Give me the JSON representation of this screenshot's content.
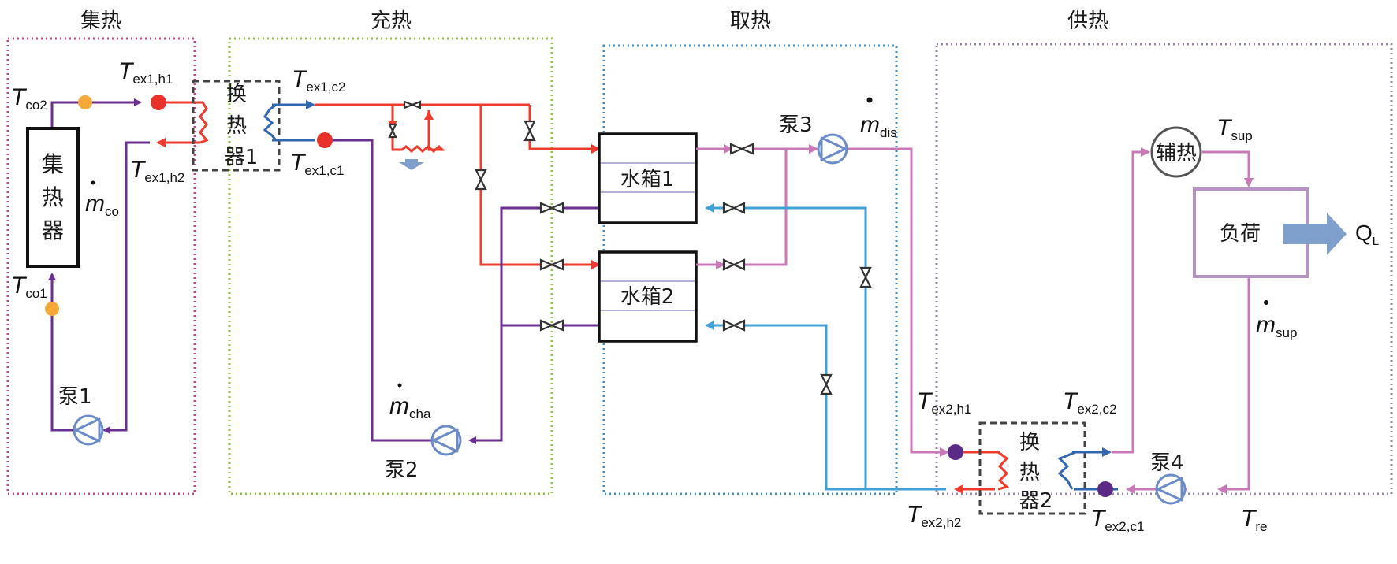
{
  "sections": {
    "collect": {
      "title": "集热"
    },
    "charge": {
      "title": "充热"
    },
    "discharge": {
      "title": "取热"
    },
    "supply": {
      "title": "供热"
    }
  },
  "components": {
    "collector": {
      "line1": "集",
      "line2": "热",
      "line3": "器"
    },
    "hx1": {
      "line1": "换",
      "line2": "热",
      "line3": "器1"
    },
    "hx2": {
      "line1": "换",
      "line2": "热",
      "line3": "器2"
    },
    "tank1": "水箱1",
    "tank2": "水箱2",
    "aux_heater": "辅热",
    "load": "负荷",
    "pump1": "泵1",
    "pump2": "泵2",
    "pump3": "泵3",
    "pump4": "泵4"
  },
  "labels": {
    "T_co2": {
      "main": "T",
      "sub": "co2"
    },
    "T_co1": {
      "main": "T",
      "sub": "co1"
    },
    "T_ex1_h1": {
      "main": "T",
      "sub": "ex1,h1"
    },
    "T_ex1_h2": {
      "main": "T",
      "sub": "ex1,h2"
    },
    "T_ex1_c2": {
      "main": "T",
      "sub": "ex1,c2"
    },
    "T_ex1_c1": {
      "main": "T",
      "sub": "ex1,c1"
    },
    "m_co": {
      "main": "m",
      "sub": "co"
    },
    "m_cha": {
      "main": "m",
      "sub": "cha"
    },
    "m_dis": {
      "main": "m",
      "sub": "dis"
    },
    "m_sup": {
      "main": "m",
      "sub": "sup"
    },
    "T_ex2_h1": {
      "main": "T",
      "sub": "ex2,h1"
    },
    "T_ex2_h2": {
      "main": "T",
      "sub": "ex2,h2"
    },
    "T_ex2_c2": {
      "main": "T",
      "sub": "ex2,c2"
    },
    "T_ex2_c1": {
      "main": "T",
      "sub": "ex2,c1"
    },
    "T_sup": {
      "main": "T",
      "sub": "sup"
    },
    "T_re": {
      "main": "T",
      "sub": "re"
    },
    "Q_L": {
      "main": "Q",
      "sub": "L"
    }
  },
  "colors": {
    "collect_border": "#c2478f",
    "charge_border": "#8dc63f",
    "discharge_border": "#3b8fc7",
    "supply_border": "#9a86a8",
    "hot_pipe": "#ee3b2e",
    "cold_pipe_purple": "#6a2f91",
    "discharge_pipe_pink": "#c979b8",
    "return_pipe_blue": "#41a0d6",
    "hx_cold_coil": "#3366b0",
    "sensor_orange": "#f4a93a",
    "sensor_red": "#e8312a",
    "sensor_purple": "#5b2a86",
    "pump_blue": "#6b8cc8",
    "heat_arrow": "#7f9fcd"
  }
}
